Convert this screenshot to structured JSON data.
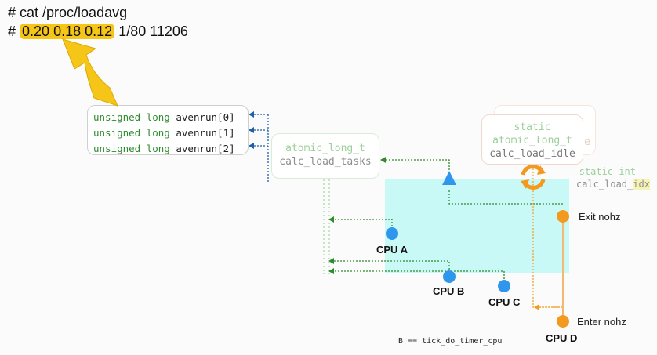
{
  "terminal": {
    "line1": "# cat /proc/loadavg",
    "prefix": "# ",
    "avg1": "0.20",
    "avg5": "0.18",
    "avg15": "0.12",
    "rest": " 1/80 11206"
  },
  "avenrun": {
    "lines": [
      {
        "type": "unsigned long",
        "name": "avenrun[0]"
      },
      {
        "type": "unsigned long",
        "name": "avenrun[1]"
      },
      {
        "type": "unsigned long",
        "name": "avenrun[2]"
      }
    ]
  },
  "calc_load_tasks": {
    "type": "atomic_long_t",
    "name": "calc_load_tasks"
  },
  "calc_load_idle": {
    "back_fragment": "e",
    "qualifier": "static",
    "type": "atomic_long_t",
    "name": "calc_load_idle"
  },
  "calc_load_idx": {
    "type": "static int",
    "name_prefix": "calc_load_",
    "name_highlight": "idx"
  },
  "cpus": {
    "a": "CPU A",
    "b": "CPU B",
    "c": "CPU C",
    "d": "CPU D"
  },
  "nohz": {
    "exit": "Exit nohz",
    "enter": "Enter nohz"
  },
  "footnote": "B == tick_do_timer_cpu",
  "colors": {
    "highlight": "#f5c518",
    "cyan_region": "#c9f9f6",
    "cpu_blue": "#2f96ee",
    "cpu_orange": "#f39a1e",
    "green_arrow": "#2e8b2e",
    "blue_arrow": "#1d5fa8"
  }
}
